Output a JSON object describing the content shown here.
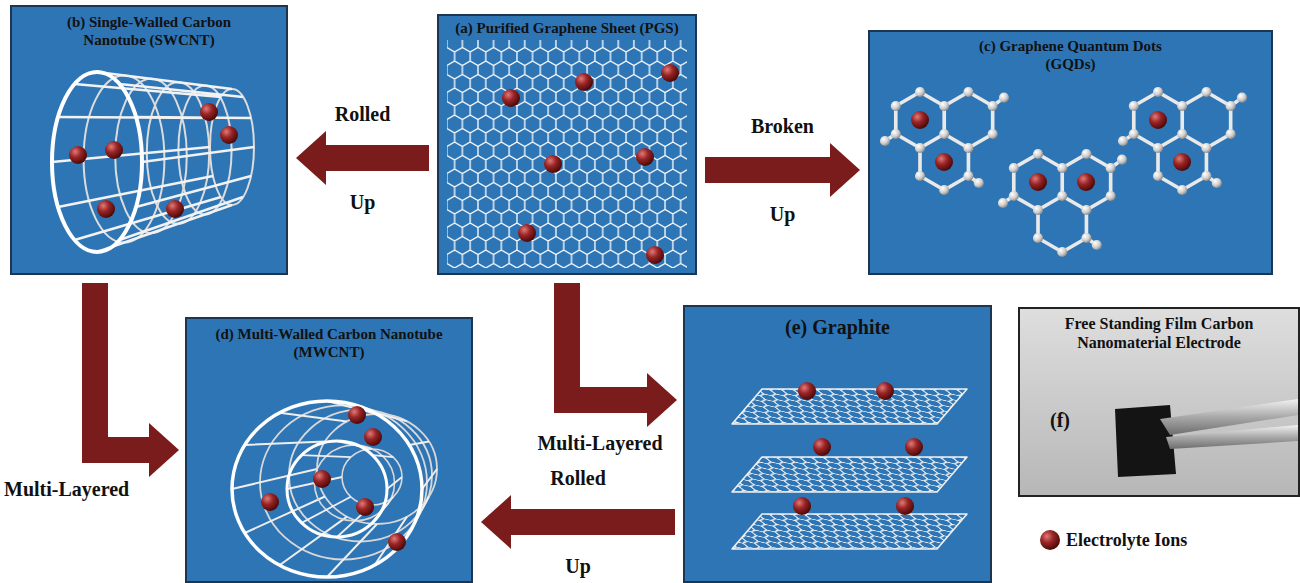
{
  "diagram": {
    "nodes": [
      {
        "text": [
          "(a) Purified Graphene Sheet (PGS)"
        ]
      },
      {
        "text": [
          "(b) Single-Walled Carbon Nanotube (SWCNT)"
        ]
      },
      {
        "text": [
          "(c) Graphene Quantum Dots (GQDs)"
        ]
      },
      {
        "text": [
          "(d) Multi-Walled Carbon Nanotube (MWCNT)"
        ]
      },
      {
        "text": [
          "(e) Graphite"
        ]
      },
      {
        "text": [
          "Free Standing Film Carbon Nanomaterial Electrode",
          "(f)"
        ]
      }
    ],
    "edges": [
      {
        "from": 0,
        "to": 1,
        "arrow": "to",
        "label": "Rolled Up"
      },
      {
        "from": 0,
        "to": 2,
        "arrow": "to",
        "label": "Broken Up"
      },
      {
        "from": 1,
        "to": 3,
        "arrow": "to",
        "label": "Multi-Layered"
      },
      {
        "from": 0,
        "to": 4,
        "arrow": "to",
        "label": "Multi-Layered"
      },
      {
        "from": 4,
        "to": 3,
        "arrow": "to",
        "label": "Rolled Up"
      }
    ],
    "legend": [
      {
        "text": "Electrolyte Ions"
      }
    ]
  }
}
